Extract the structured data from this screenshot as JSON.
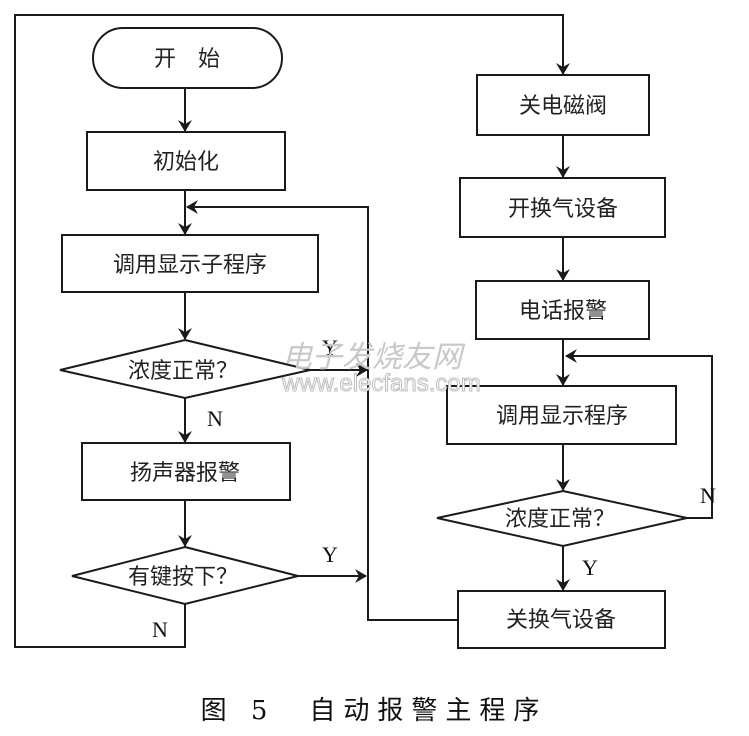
{
  "diagram": {
    "type": "flowchart",
    "nodes": {
      "start": "开　始",
      "init": "初始化",
      "call_display_sub": "调用显示子程序",
      "check_concentration_1": "浓度正常？",
      "speaker_alarm": "扬声器报警",
      "key_pressed": "有键按下？",
      "close_solenoid": "关电磁阀",
      "open_ventilation": "开换气设备",
      "phone_alarm": "电话报警",
      "call_display": "调用显示程序",
      "check_concentration_2": "浓度正常？",
      "close_ventilation": "关换气设备"
    },
    "edge_labels": {
      "check1_yes": "Y",
      "check1_no": "N",
      "key_yes": "Y",
      "key_no": "N",
      "check2_no": "N",
      "check2_yes": "Y"
    },
    "edges": [
      [
        "start",
        "init"
      ],
      [
        "init",
        "call_display_sub"
      ],
      [
        "call_display_sub",
        "check_concentration_1"
      ],
      [
        "check_concentration_1",
        "close_solenoid",
        "Y"
      ],
      [
        "check_concentration_1",
        "speaker_alarm",
        "N"
      ],
      [
        "speaker_alarm",
        "key_pressed"
      ],
      [
        "key_pressed",
        "close_ventilation",
        "Y"
      ],
      [
        "key_pressed",
        "close_solenoid",
        "N"
      ],
      [
        "close_solenoid",
        "open_ventilation"
      ],
      [
        "open_ventilation",
        "phone_alarm"
      ],
      [
        "phone_alarm",
        "call_display"
      ],
      [
        "call_display",
        "check_concentration_2"
      ],
      [
        "check_concentration_2",
        "call_display",
        "N"
      ],
      [
        "check_concentration_2",
        "close_ventilation",
        "Y"
      ],
      [
        "close_ventilation",
        "call_display_sub"
      ]
    ]
  },
  "watermark": {
    "cn": "电子发烧友网",
    "url": "www.elecfans.com"
  },
  "caption": "图 5　自动报警主程序"
}
